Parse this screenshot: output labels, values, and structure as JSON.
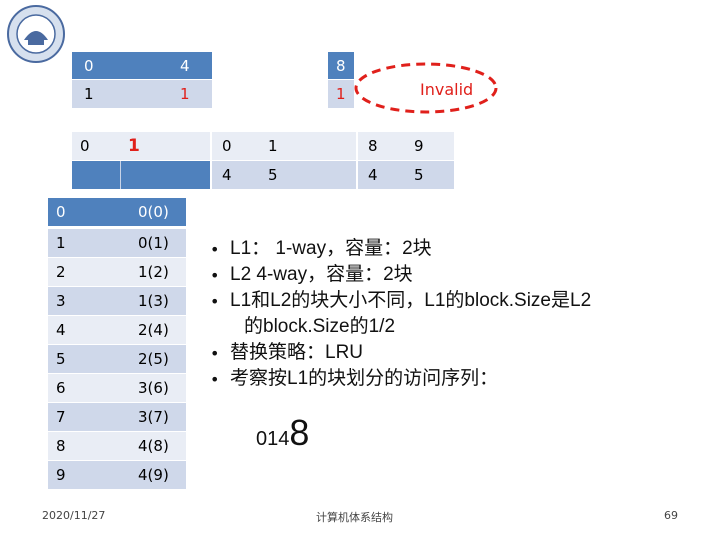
{
  "header": {
    "top_row": [
      "0",
      "4",
      "8"
    ],
    "second_row": [
      "1",
      "1",
      "1"
    ],
    "invalid_label": "Invalid"
  },
  "l1": {
    "block_label": "0",
    "value": "1"
  },
  "l2": {
    "rows": [
      [
        "0",
        "1",
        "8",
        "9"
      ],
      [
        "4",
        "5",
        "4",
        "5"
      ]
    ]
  },
  "memory_table": {
    "rows": [
      {
        "index": "0",
        "block": "0(0)"
      },
      {
        "index": "1",
        "block": "0(1)"
      },
      {
        "index": "2",
        "block": "1(2)"
      },
      {
        "index": "3",
        "block": "1(3)"
      },
      {
        "index": "4",
        "block": "2(4)"
      },
      {
        "index": "5",
        "block": "2(5)"
      },
      {
        "index": "6",
        "block": "3(6)"
      },
      {
        "index": "7",
        "block": "3(7)"
      },
      {
        "index": "8",
        "block": "4(8)"
      },
      {
        "index": "9",
        "block": "4(9)"
      }
    ]
  },
  "bullets": [
    "L1： 1-way，容量：2块",
    "L2  4-way，容量：2块",
    "L1和L2的块大小不同，L1的block.Size是L2",
    "的block.Size的1/2",
    "替换策略：LRU",
    "考察按L1的块划分的访问序列："
  ],
  "sequence": {
    "prefix": "014",
    "current": "8"
  },
  "footer": {
    "date": "2020/11/27",
    "title": "计算机体系结构",
    "page": "69"
  },
  "colors": {
    "dark_blue": "#4f81bd",
    "light_blue": "#cfd8ea",
    "lighter_blue": "#e9edf5",
    "red": "#e0201b"
  }
}
